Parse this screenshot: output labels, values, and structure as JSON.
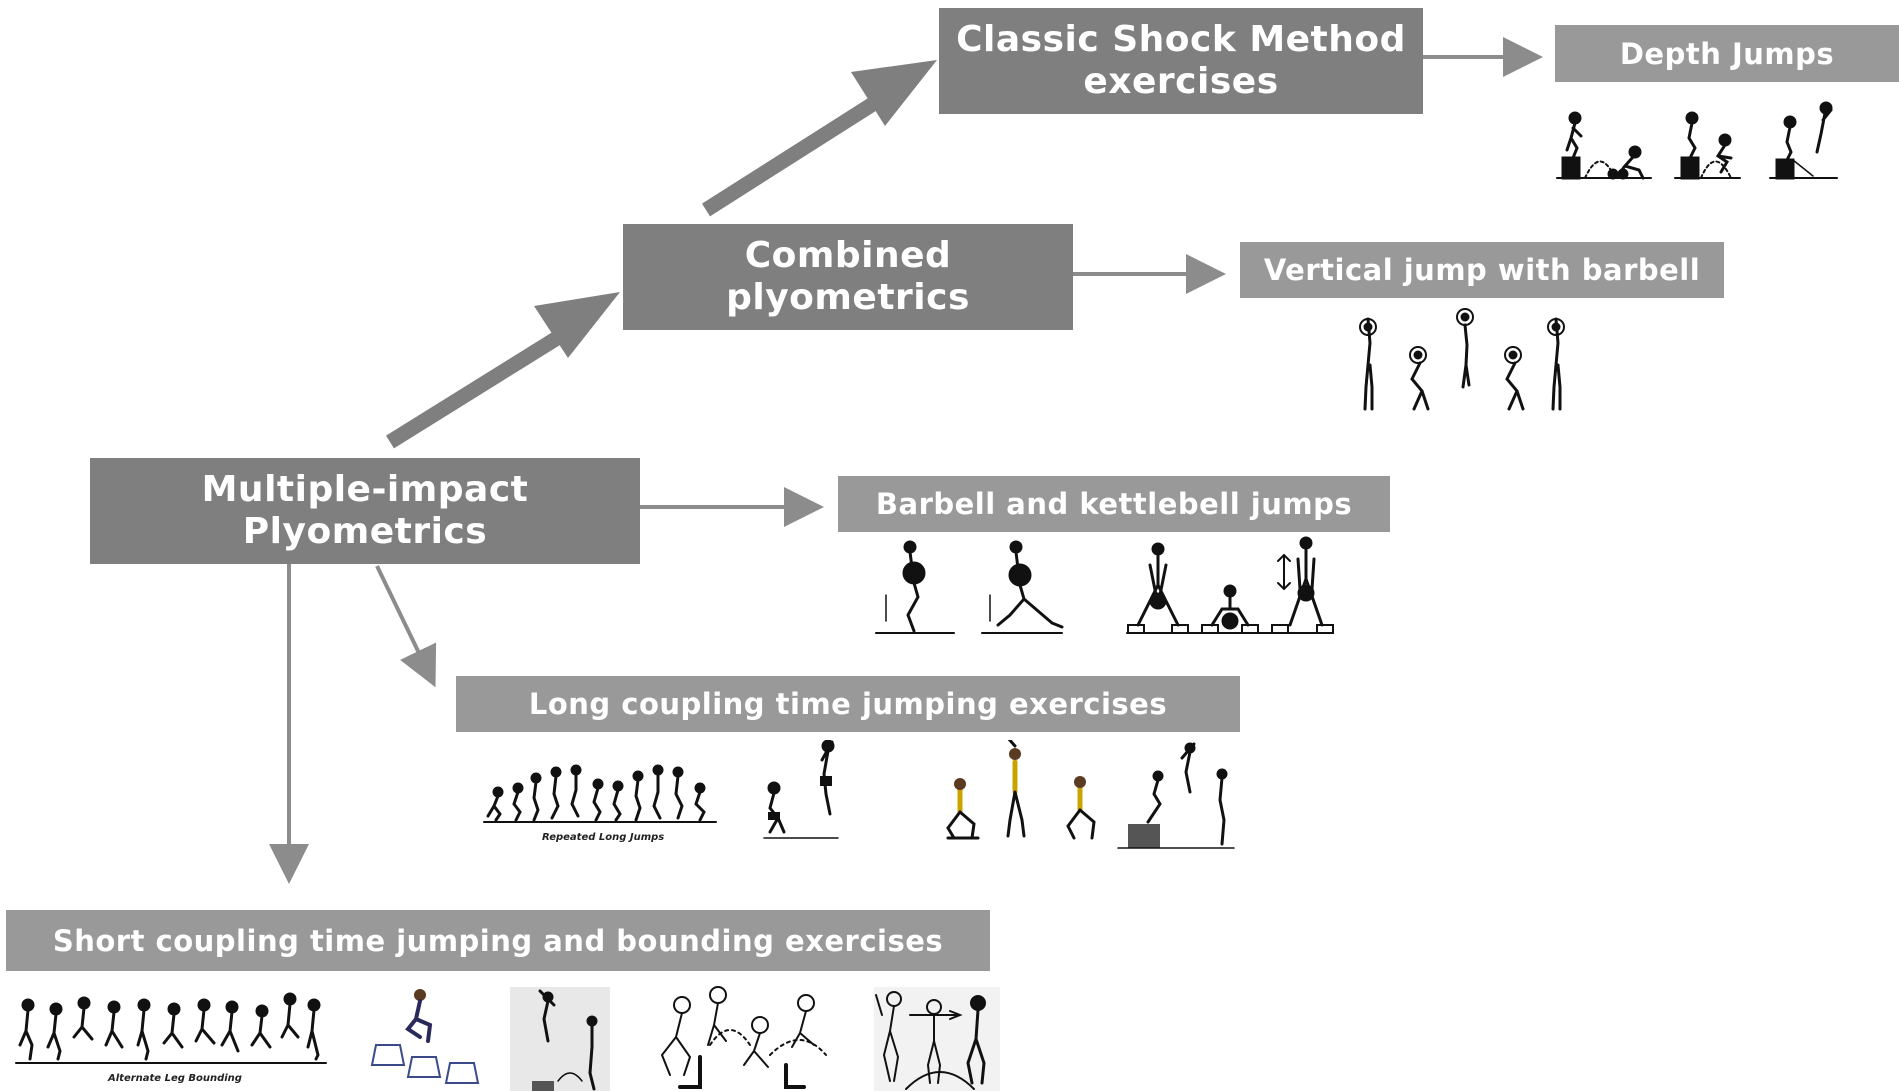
{
  "diagram": {
    "nodes": {
      "multiple_impact": {
        "lines": [
          "Multiple-impact",
          "Plyometrics"
        ]
      },
      "combined": {
        "lines": [
          "Combined",
          "plyometrics"
        ]
      },
      "classic_shock": {
        "lines": [
          "Classic Shock Method",
          "exercises"
        ]
      },
      "depth_jumps": {
        "label": "Depth Jumps"
      },
      "vertical_jump_barbell": {
        "label": "Vertical jump with barbell"
      },
      "barbell_kettlebell": {
        "label": "Barbell and kettlebell jumps"
      },
      "long_coupling": {
        "label": "Long coupling time jumping exercises"
      },
      "short_coupling": {
        "label": "Short coupling time jumping and bounding exercises"
      }
    },
    "captions": {
      "repeated_long_jumps": "Repeated Long Jumps",
      "alternate_leg_bounding": "Alternate Leg Bounding"
    },
    "edges": [
      {
        "from": "multiple_impact",
        "to": "combined",
        "style": "thick"
      },
      {
        "from": "combined",
        "to": "classic_shock",
        "style": "thick"
      },
      {
        "from": "classic_shock",
        "to": "depth_jumps",
        "style": "thin"
      },
      {
        "from": "combined",
        "to": "vertical_jump_barbell",
        "style": "thin"
      },
      {
        "from": "multiple_impact",
        "to": "barbell_kettlebell",
        "style": "thin"
      },
      {
        "from": "multiple_impact",
        "to": "long_coupling",
        "style": "thin"
      },
      {
        "from": "multiple_impact",
        "to": "short_coupling",
        "style": "thin"
      }
    ],
    "colors": {
      "node_dark": "#7f7f7f",
      "node_light": "#999999",
      "arrow": "#8c8c8c",
      "text": "#ffffff",
      "figure": "#111111"
    }
  }
}
